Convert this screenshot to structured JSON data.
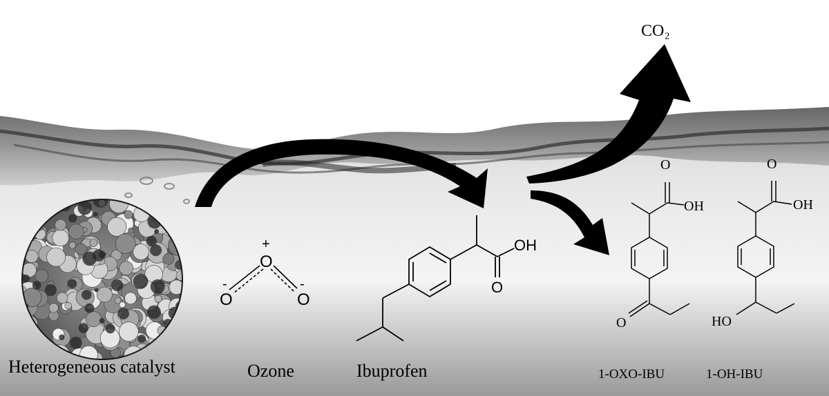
{
  "labels": {
    "catalyst": "Heterogeneous catalyst",
    "ozone": "Ozone",
    "ibuprofen": "Ibuprofen",
    "oxo": "1-OXO-IBU",
    "oh": "1-OH-IBU",
    "co2": "CO₂"
  },
  "atoms": {
    "ozone_plus": "+",
    "ozone_center": "O",
    "ozone_minus": "-",
    "ozone_left": "O",
    "ozone_right": "O",
    "ibu_oh": "OH",
    "ibu_o": "O",
    "oxo_o_top": "O",
    "oxo_oh": "OH",
    "oxo_ketone_o": "O",
    "ohibu_o_top": "O",
    "ohibu_oh": "OH",
    "ohibu_ho": "HO"
  },
  "colors": {
    "arrow": "#000000",
    "water_dark": "#3a3a3a",
    "water_light": "#f2f2f2"
  }
}
